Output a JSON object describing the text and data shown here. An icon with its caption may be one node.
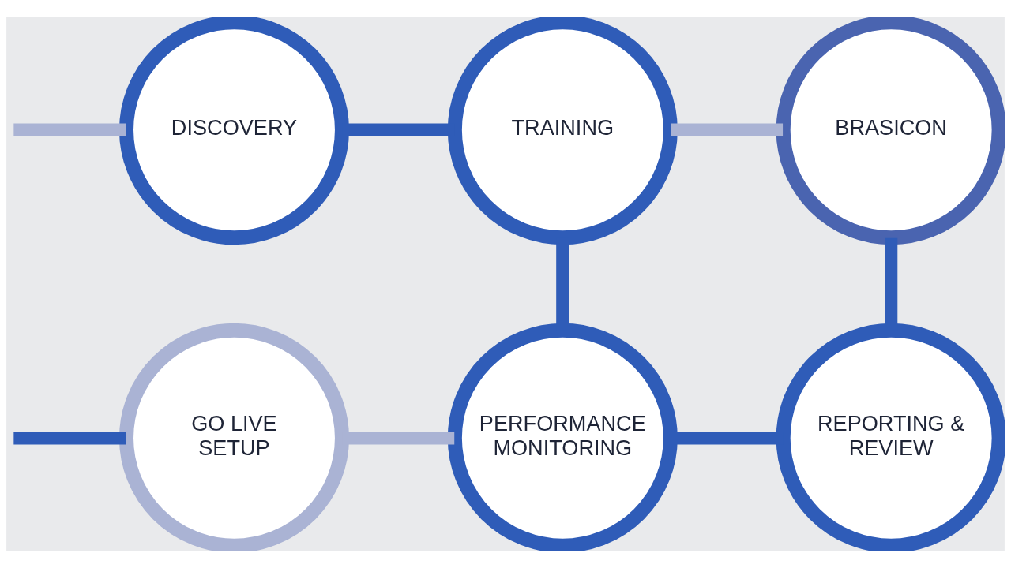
{
  "diagram": {
    "nodes": [
      {
        "text": [
          "DISCOVERY"
        ]
      },
      {
        "text": [
          "TRAINING"
        ]
      },
      {
        "text": [
          "BRASICON"
        ]
      },
      {
        "text": [
          "GO LIVE SETUP"
        ]
      },
      {
        "text": [
          "PERFORMANCE MONITORING"
        ]
      },
      {
        "text": [
          "REPORTING & REVIEW"
        ]
      }
    ],
    "edges": [
      {
        "from": null,
        "to": 0,
        "arrow": "none",
        "color": "#aab3d4"
      },
      {
        "from": 0,
        "to": 1,
        "arrow": "none"
      },
      {
        "from": 1,
        "to": 2,
        "arrow": "none",
        "color": "#aab3d4"
      },
      {
        "from": 1,
        "to": 4,
        "arrow": "none"
      },
      {
        "from": 2,
        "to": 5,
        "arrow": "none"
      },
      {
        "from": 5,
        "to": 4,
        "arrow": "none"
      },
      {
        "from": 4,
        "to": 3,
        "arrow": "none",
        "color": "#aab3d4"
      },
      {
        "from": null,
        "to": 3,
        "arrow": "none"
      }
    ]
  }
}
